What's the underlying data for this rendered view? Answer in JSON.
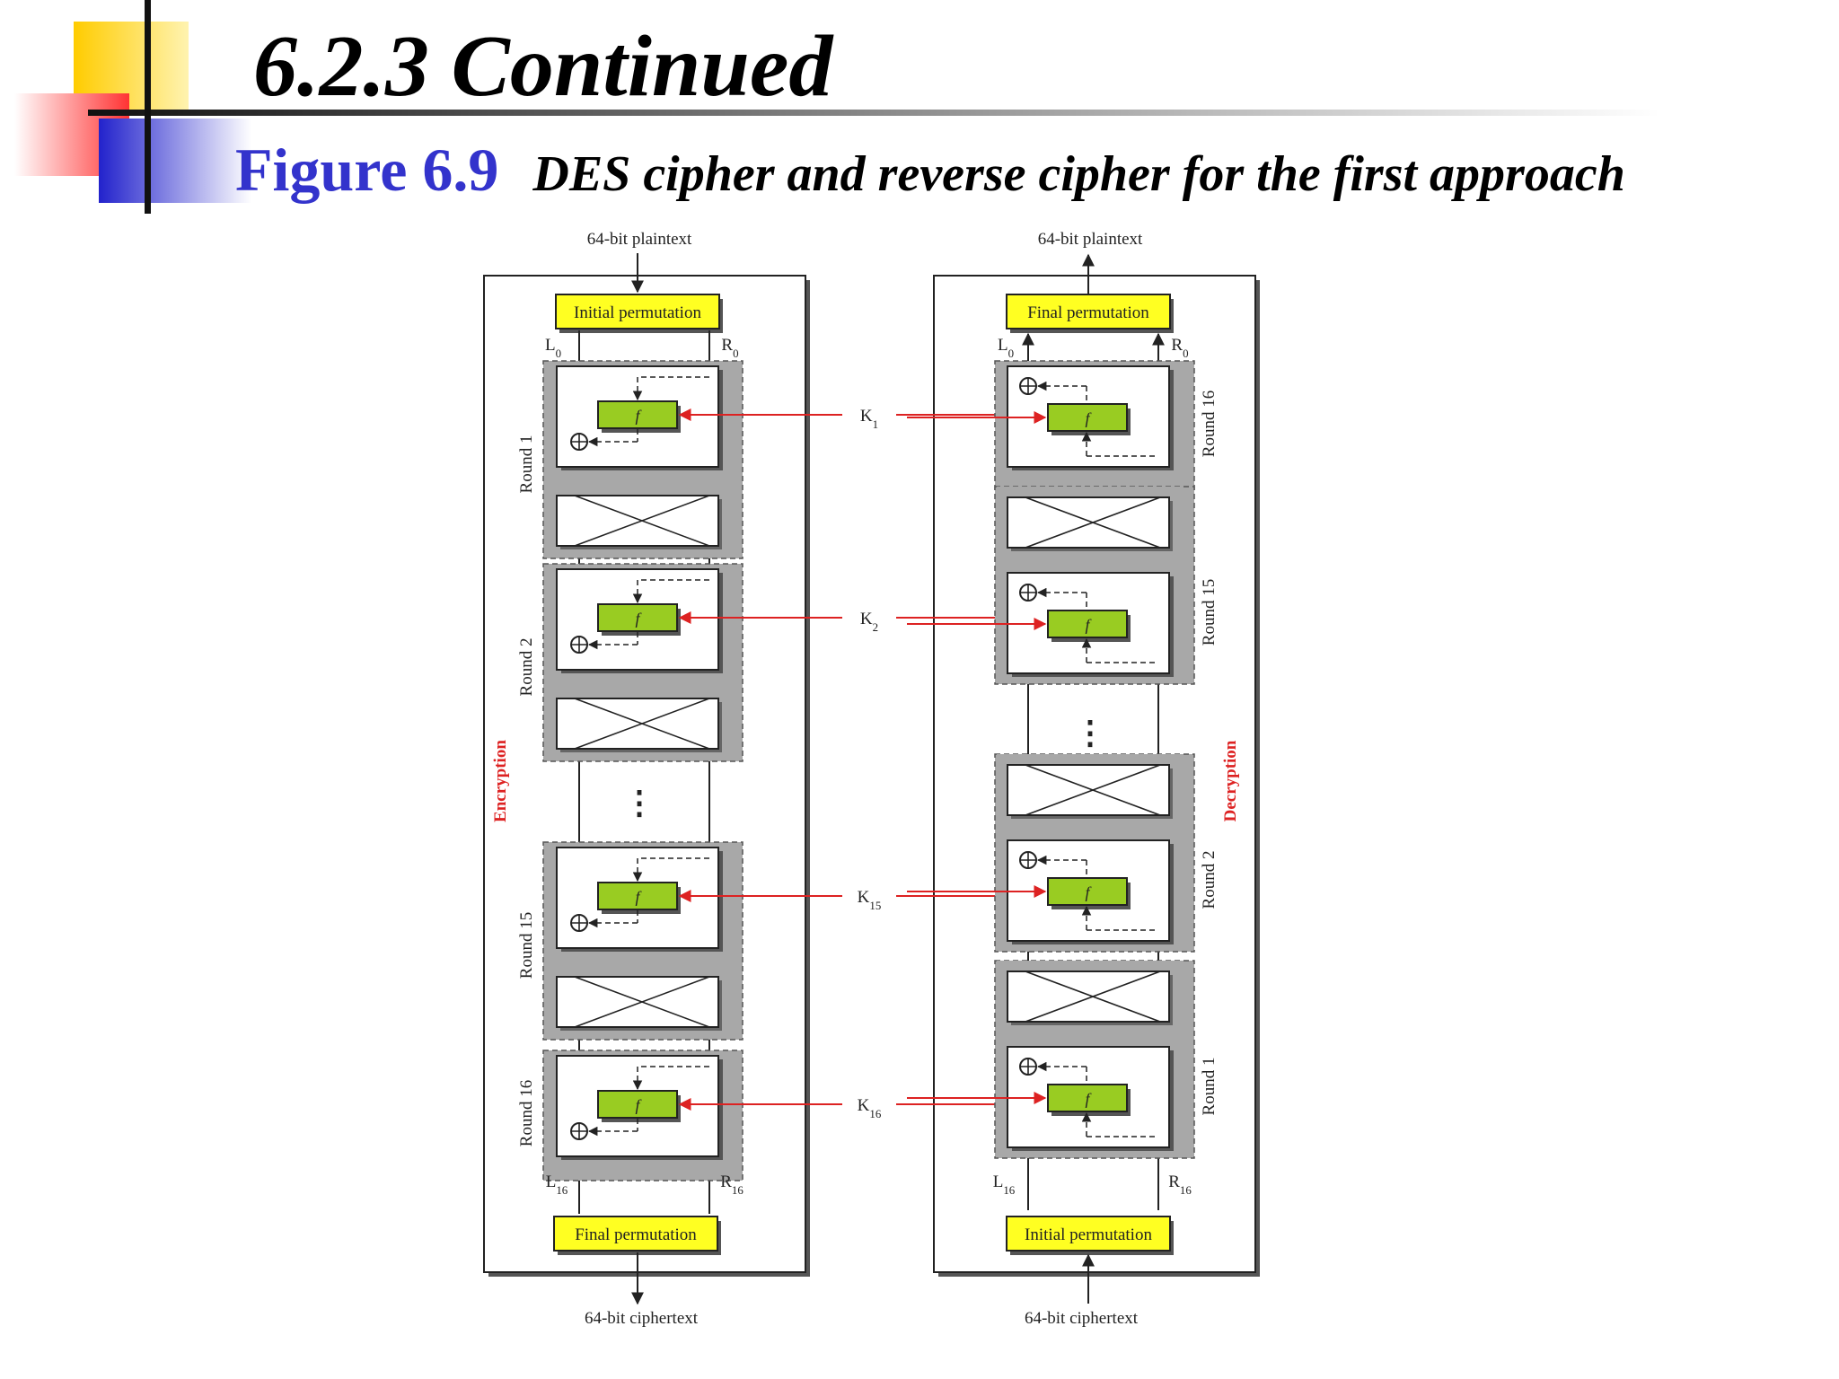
{
  "slide": {
    "title": "6.2.3  Continued",
    "figure_number": "Figure 6.9",
    "figure_caption": "DES cipher and reverse cipher for the first approach"
  },
  "encryption": {
    "side_label": "Encryption",
    "input": "64-bit plaintext",
    "first_box": "Initial permutation",
    "last_box": "Final permutation",
    "output": "64-bit ciphertext",
    "top_left": "L0",
    "top_right": "R0",
    "bottom_left": "L16",
    "bottom_right": "R16",
    "rounds": [
      "Round 1",
      "Round 2",
      "Round 15",
      "Round 16"
    ]
  },
  "decryption": {
    "side_label": "Decryption",
    "output": "64-bit plaintext",
    "first_box": "Initial permutation",
    "last_box": "Final permutation",
    "input": "64-bit ciphertext",
    "top_left": "L0",
    "top_right": "R0",
    "bottom_left": "L16",
    "bottom_right": "R16",
    "rounds": [
      "Round 16",
      "Round 15",
      "Round 2",
      "Round 1"
    ]
  },
  "keys": [
    "K1",
    "K2",
    "K15",
    "K16"
  ],
  "function_label": "f",
  "ellipsis": "⋮",
  "colors": {
    "permutation_box": "#ffff22",
    "function_box": "#99cc22",
    "key_line": "#dd2222",
    "side_label": "#dd2222",
    "round_shade": "#a8a8a8",
    "figure_number": "#3333cc"
  }
}
